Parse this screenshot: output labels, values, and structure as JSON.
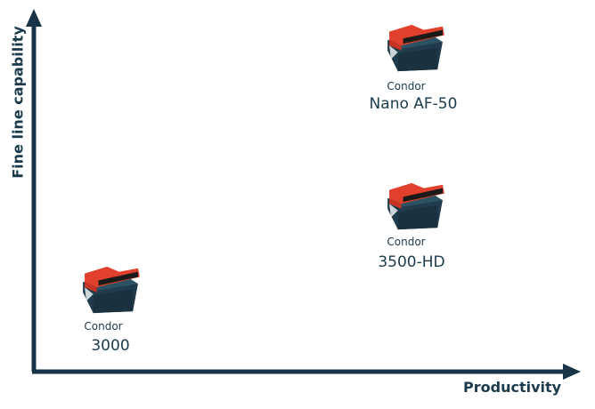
{
  "axes": {
    "x_label": "Productivity",
    "y_label": "Fine line capability"
  },
  "colors": {
    "axis": "#173345",
    "machine_body": "#203c4c",
    "machine_lid": "#e0402c"
  },
  "machines": [
    {
      "brand": "Condor",
      "model": "Nano AF-50",
      "productivity": "high",
      "fine_line": "high"
    },
    {
      "brand": "Condor",
      "model": "3500-HD",
      "productivity": "high",
      "fine_line": "medium"
    },
    {
      "brand": "Condor",
      "model": "3000",
      "productivity": "low",
      "fine_line": "low"
    }
  ]
}
